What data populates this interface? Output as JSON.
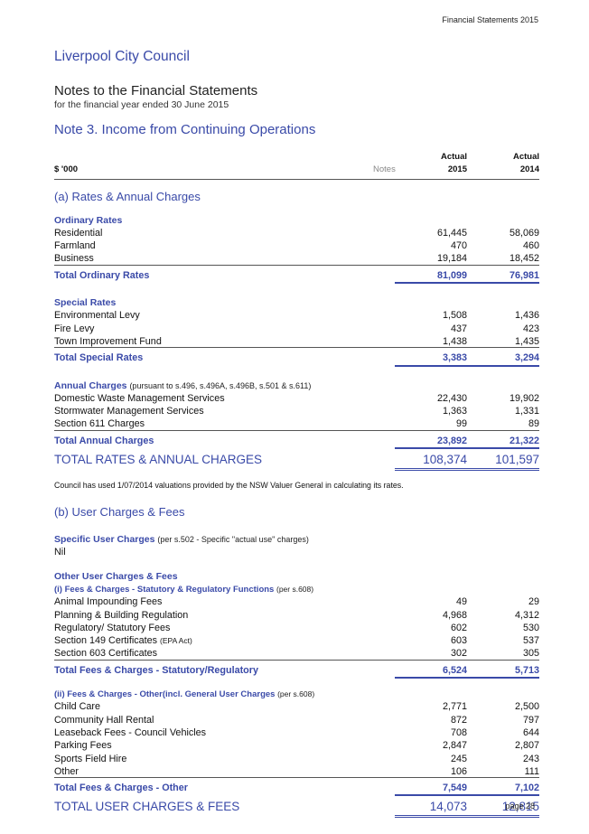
{
  "header": {
    "right": "Financial Statements 2015"
  },
  "council": "Liverpool City Council",
  "notes_title": "Notes to the Financial Statements",
  "notes_subtitle": "for the financial year ended 30 June 2015",
  "note_heading": "Note 3. Income from Continuing Operations",
  "columns": {
    "currency": "$ '000",
    "notes": "Notes",
    "actual1": "Actual",
    "actual2": "Actual",
    "year1": "2015",
    "year2": "2014"
  },
  "section_a": {
    "title": "(a) Rates & Annual Charges",
    "ordinary": {
      "heading": "Ordinary Rates",
      "rows": [
        {
          "label": "Residential",
          "v2015": "61,445",
          "v2014": "58,069"
        },
        {
          "label": "Farmland",
          "v2015": "470",
          "v2014": "460"
        },
        {
          "label": "Business",
          "v2015": "19,184",
          "v2014": "18,452"
        }
      ],
      "total": {
        "label": "Total Ordinary Rates",
        "v2015": "81,099",
        "v2014": "76,981"
      }
    },
    "special": {
      "heading": "Special Rates",
      "rows": [
        {
          "label": "Environmental Levy",
          "v2015": "1,508",
          "v2014": "1,436"
        },
        {
          "label": "Fire Levy",
          "v2015": "437",
          "v2014": "423"
        },
        {
          "label": "Town Improvement Fund",
          "v2015": "1,438",
          "v2014": "1,435"
        }
      ],
      "total": {
        "label": "Total Special Rates",
        "v2015": "3,383",
        "v2014": "3,294"
      }
    },
    "annual": {
      "heading": "Annual Charges",
      "heading_note": "(pursuant to s.496, s.496A, s.496B, s.501 & s.611)",
      "rows": [
        {
          "label": "Domestic Waste Management Services",
          "v2015": "22,430",
          "v2014": "19,902"
        },
        {
          "label": "Stormwater Management Services",
          "v2015": "1,363",
          "v2014": "1,331"
        },
        {
          "label": "Section 611 Charges",
          "v2015": "99",
          "v2014": "89"
        }
      ],
      "total": {
        "label": "Total Annual Charges",
        "v2015": "23,892",
        "v2014": "21,322"
      }
    },
    "grand_total": {
      "label": "TOTAL RATES & ANNUAL CHARGES",
      "v2015": "108,374",
      "v2014": "101,597"
    },
    "footnote": "Council has used 1/07/2014 valuations provided by the NSW Valuer General in calculating its rates."
  },
  "section_b": {
    "title": "(b) User Charges & Fees",
    "specific": {
      "heading": "Specific User Charges",
      "heading_note": "(per s.502 - Specific \"actual use\" charges)",
      "value": "Nil"
    },
    "other_heading": "Other User Charges & Fees",
    "statutory": {
      "heading": "(i) Fees & Charges - Statutory & Regulatory Functions",
      "heading_note": "(per s.608)",
      "rows": [
        {
          "label": "Animal Impounding Fees",
          "note": "",
          "v2015": "49",
          "v2014": "29"
        },
        {
          "label": "Planning & Building Regulation",
          "note": "",
          "v2015": "4,968",
          "v2014": "4,312"
        },
        {
          "label": "Regulatory/ Statutory Fees",
          "note": "",
          "v2015": "602",
          "v2014": "530"
        },
        {
          "label": "Section 149 Certificates",
          "note": "(EPA Act)",
          "v2015": "603",
          "v2014": "537"
        },
        {
          "label": "Section 603 Certificates",
          "note": "",
          "v2015": "302",
          "v2014": "305"
        }
      ],
      "total": {
        "label": "Total Fees & Charges - Statutory/Regulatory",
        "v2015": "6,524",
        "v2014": "5,713"
      }
    },
    "other": {
      "heading": "(ii) Fees & Charges - Other(incl. General User Charges",
      "heading_note": "(per s.608)",
      "rows": [
        {
          "label": "Child Care",
          "v2015": "2,771",
          "v2014": "2,500"
        },
        {
          "label": "Community Hall Rental",
          "v2015": "872",
          "v2014": "797"
        },
        {
          "label": "Leaseback Fees - Council Vehicles",
          "v2015": "708",
          "v2014": "644"
        },
        {
          "label": "Parking Fees",
          "v2015": "2,847",
          "v2014": "2,807"
        },
        {
          "label": "Sports Field Hire",
          "v2015": "245",
          "v2014": "243"
        },
        {
          "label": "Other",
          "v2015": "106",
          "v2014": "111"
        }
      ],
      "total": {
        "label": "Total Fees & Charges - Other",
        "v2015": "7,549",
        "v2014": "7,102"
      }
    },
    "grand_total": {
      "label": "TOTAL USER CHARGES & FEES",
      "v2015": "14,073",
      "v2014": "12,815"
    }
  },
  "page_number": "page 28"
}
